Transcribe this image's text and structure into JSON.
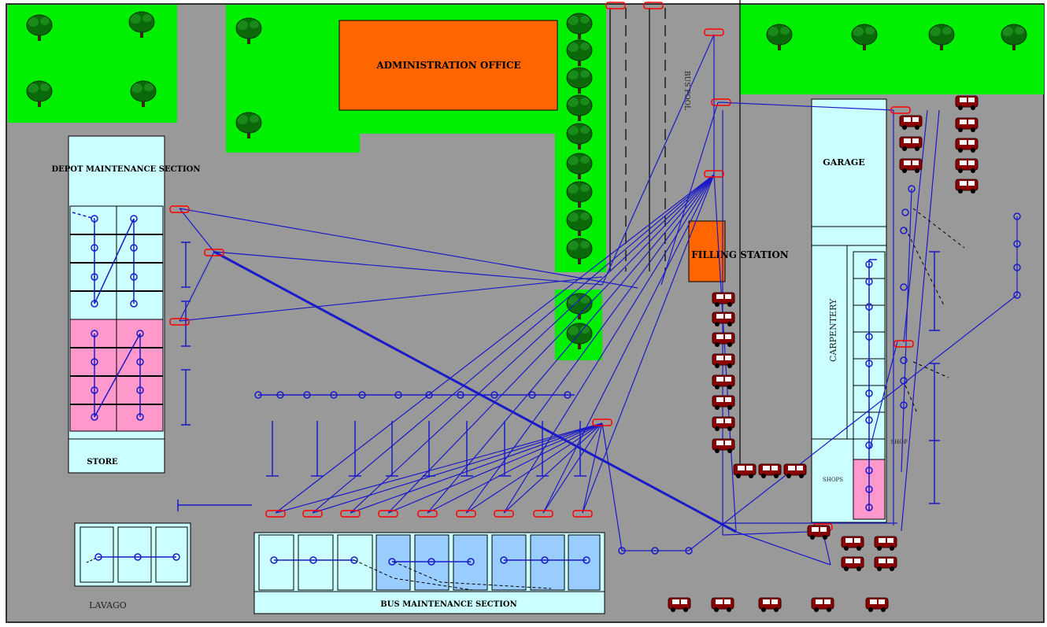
{
  "labels": {
    "admin_office": "ADMINISTRATION OFFICE",
    "depot_maintenance": "DEPOT MAINTENANCE SECTION",
    "store": "STORE",
    "filling_station": "FILLING STATION",
    "garage": "GARAGE",
    "carpentery": "CARPENTERY",
    "bus_maintenance": "BUS MAINTENANCE SECTION",
    "lavago": "LAVAGO",
    "bus_pool": "BUS POOL",
    "shop": "SHOP",
    "shops": "SHOPS"
  },
  "colors": {
    "ground": "#999999",
    "grass": "#00ee00",
    "building": "#ff6600",
    "light_cyan": "#ccffff",
    "pink": "#ff99cc",
    "blue_bay": "#99ccff",
    "route_line": "#1a1ac8",
    "marker": "#ff0000",
    "tree": "#0a6a0a",
    "vehicle": "#8b0000"
  },
  "icons": [
    "tree-icon",
    "vehicle-icon",
    "pole-marker-icon"
  ]
}
